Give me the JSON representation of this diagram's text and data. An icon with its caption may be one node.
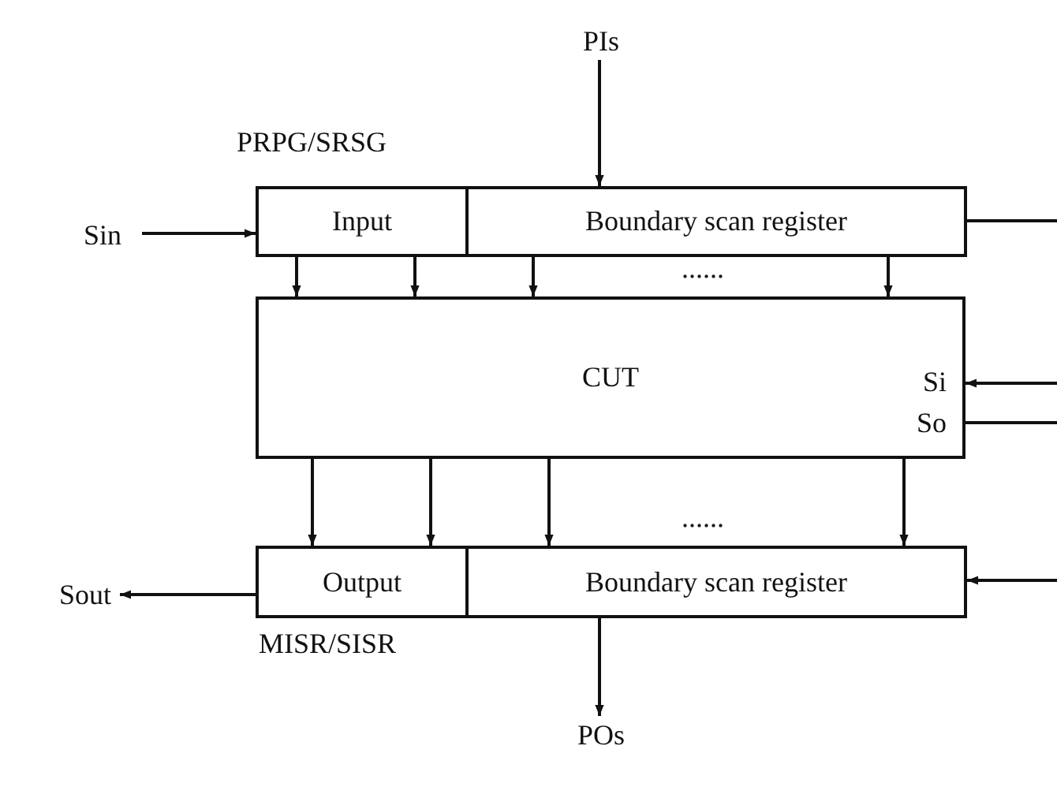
{
  "diagram": {
    "nodes": [
      {
        "text": [
          "Sin"
        ]
      },
      {
        "text": [
          "Input"
        ]
      },
      {
        "text": [
          "Boundary scan register"
        ]
      },
      {
        "text": [
          "PIs"
        ]
      },
      {
        "text": [
          "CUT",
          "Si",
          "So"
        ]
      },
      {
        "text": [
          "Output"
        ]
      },
      {
        "text": [
          "Boundary scan register"
        ]
      },
      {
        "text": [
          "Sout"
        ]
      },
      {
        "text": [
          "POs"
        ]
      }
    ],
    "edges": [
      {
        "from": 0,
        "to": 1,
        "arrow": "to"
      },
      {
        "from": 3,
        "to": 2,
        "arrow": "to"
      },
      {
        "from": 1,
        "to": 4,
        "arrow": "to"
      },
      {
        "from": 1,
        "to": 4,
        "arrow": "to"
      },
      {
        "from": 2,
        "to": 4,
        "arrow": "to"
      },
      {
        "from": 2,
        "to": 4,
        "arrow": "to"
      },
      {
        "from": 2,
        "to": null,
        "arrow": "none"
      },
      {
        "from": null,
        "to": 4,
        "arrow": "to"
      },
      {
        "from": 4,
        "to": null,
        "arrow": "none"
      },
      {
        "from": 4,
        "to": 5,
        "arrow": "to"
      },
      {
        "from": 4,
        "to": 5,
        "arrow": "to"
      },
      {
        "from": 4,
        "to": 6,
        "arrow": "to"
      },
      {
        "from": 4,
        "to": 6,
        "arrow": "to"
      },
      {
        "from": null,
        "to": 6,
        "arrow": "to"
      },
      {
        "from": 5,
        "to": 7,
        "arrow": "to"
      },
      {
        "from": 6,
        "to": 8,
        "arrow": "to"
      }
    ],
    "labels": [
      "PRPG/SRSG",
      "......",
      "......",
      "MISR/SISR"
    ]
  }
}
